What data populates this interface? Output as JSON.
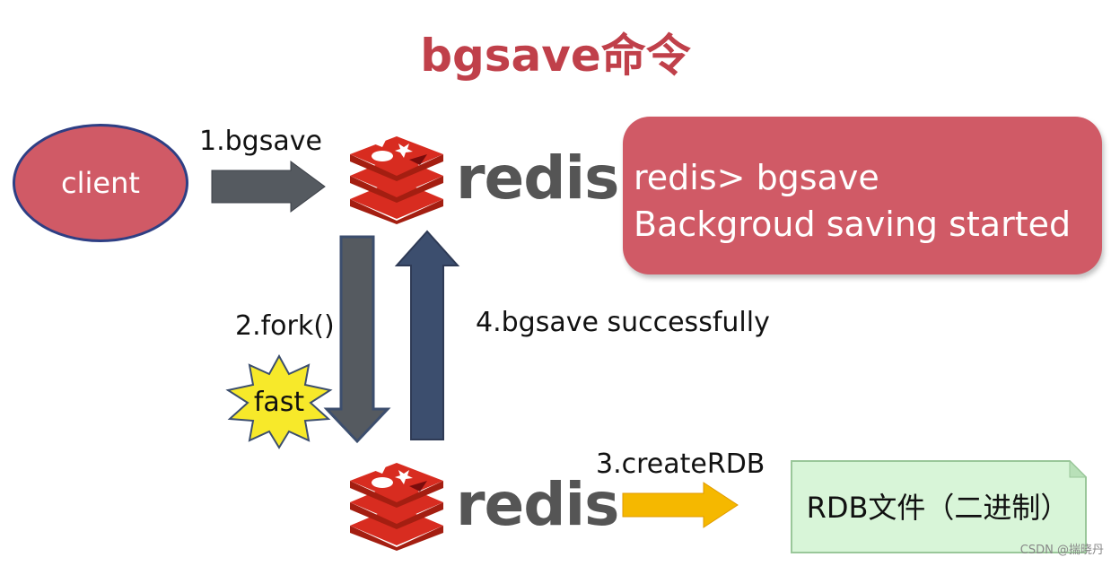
{
  "title": "bgsave命令",
  "client_label": "client",
  "redis_word": "redis",
  "steps": {
    "s1": "1.bgsave",
    "s2": "2.fork()",
    "s3": "3.createRDB",
    "s4": "4.bgsave successfully"
  },
  "fast_label": "fast",
  "output": {
    "line1": "redis> bgsave",
    "line2": "Backgroud saving started"
  },
  "rdb_label": "RDB文件（二进制）",
  "watermark": "CSDN @揣晓丹",
  "colors": {
    "accent_red": "#d05a66",
    "title_red": "#c0404a",
    "arrow_gray": "#555a60",
    "arrow_blue": "#3c4e6e",
    "arrow_orange": "#f5b800",
    "star_yellow": "#f7e92a",
    "file_green": "#d8f5d8"
  },
  "icons": [
    "redis-logo-icon",
    "arrow-right-icon",
    "arrow-down-icon",
    "arrow-up-icon",
    "star-burst-icon",
    "document-icon"
  ]
}
